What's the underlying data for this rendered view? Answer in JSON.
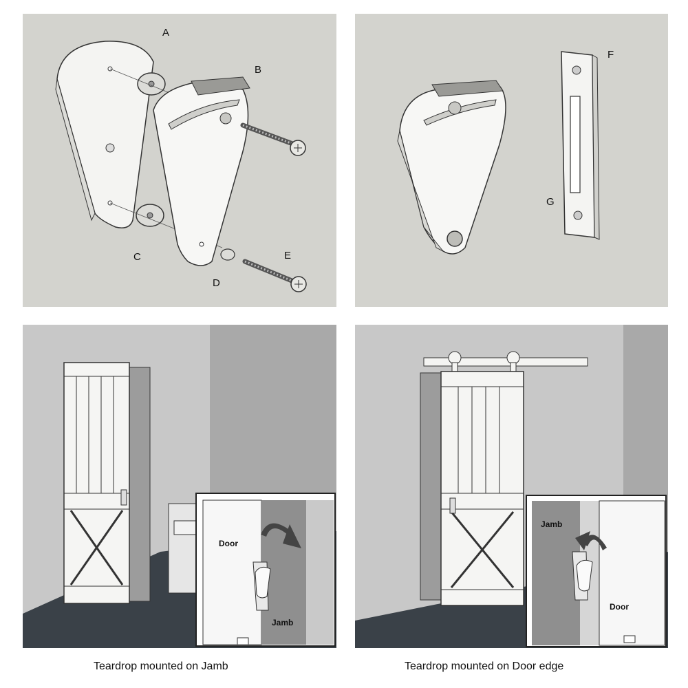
{
  "panels": {
    "exploded_view": {
      "labels": {
        "a": "A",
        "b": "B",
        "c": "C",
        "d": "D",
        "e": "E"
      }
    },
    "assembled_view": {
      "labels": {
        "f": "F",
        "g": "G"
      }
    },
    "jamb_scene": {
      "inset_door": "Door",
      "inset_jamb": "Jamb"
    },
    "door_edge_scene": {
      "inset_jamb": "Jamb",
      "inset_door": "Door"
    }
  },
  "captions": {
    "jamb": "Teardrop mounted on Jamb",
    "door_edge": "Teardrop mounted on Door edge"
  }
}
